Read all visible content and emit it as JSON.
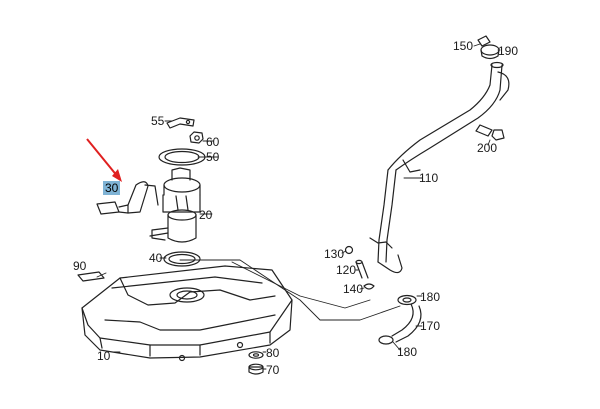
{
  "callouts": {
    "c10": "10",
    "c20": "20",
    "c30": "30",
    "c40": "40",
    "c50": "50",
    "c55": "55",
    "c60": "60",
    "c70": "70",
    "c80": "80",
    "c90": "90",
    "c110": "110",
    "c120": "120",
    "c130": "130",
    "c140": "140",
    "c150": "150",
    "c170": "170",
    "c180a": "180",
    "c180b": "180",
    "c190": "190",
    "c200": "200"
  },
  "colors": {
    "line": "#222222",
    "highlight": "#7fb3d5",
    "arrow": "#e02020"
  },
  "highlighted_part": "30"
}
